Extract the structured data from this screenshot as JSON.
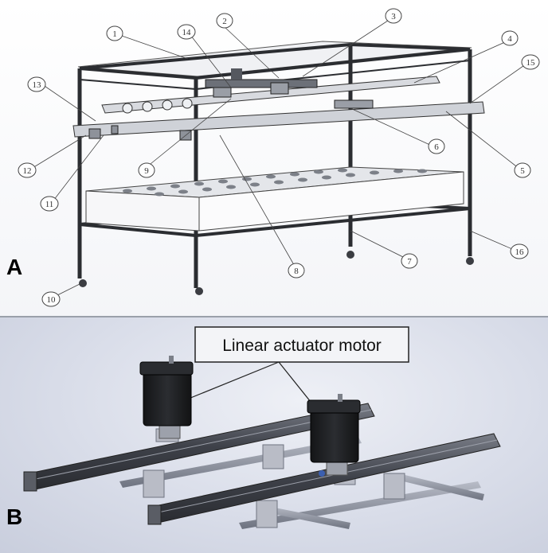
{
  "panel_a": {
    "letter": "A",
    "callouts": [
      {
        "id": "1",
        "label": "1"
      },
      {
        "id": "2",
        "label": "2"
      },
      {
        "id": "3",
        "label": "3"
      },
      {
        "id": "4",
        "label": "4"
      },
      {
        "id": "5",
        "label": "5"
      },
      {
        "id": "6",
        "label": "6"
      },
      {
        "id": "7",
        "label": "7"
      },
      {
        "id": "8",
        "label": "8"
      },
      {
        "id": "9",
        "label": "9"
      },
      {
        "id": "10",
        "label": "10"
      },
      {
        "id": "11",
        "label": "11"
      },
      {
        "id": "12",
        "label": "12"
      },
      {
        "id": "13",
        "label": "13"
      },
      {
        "id": "14",
        "label": "14"
      },
      {
        "id": "15",
        "label": "15"
      },
      {
        "id": "16",
        "label": "16"
      }
    ]
  },
  "panel_b": {
    "letter": "B",
    "motor_label": "Linear actuator motor"
  },
  "colors": {
    "frame": "#2b2d31",
    "rail": "#4a4d55",
    "motor": "#1f2023",
    "bracket": "#b9bcc6",
    "background_b": "#d9dde9"
  }
}
